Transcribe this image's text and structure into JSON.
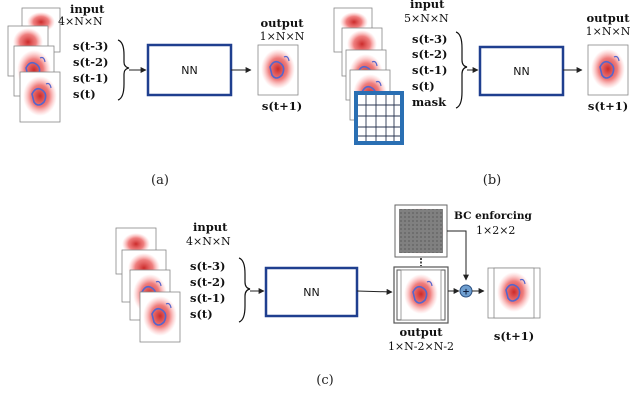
{
  "colors": {
    "box": "#1f3f8f",
    "blob": "#e03030",
    "blob_inner": "#5566cc",
    "mask": "#2a6fb3",
    "plus": "#6f9fd0"
  },
  "a": {
    "input_title": "input",
    "input_dims": "4×N×N",
    "states": [
      "s(t-3)",
      "s(t-2)",
      "s(t-1)",
      "s(t)"
    ],
    "nn": "NN",
    "output_title": "output",
    "output_dims": "1×N×N",
    "output_state": "s(t+1)",
    "caption": "(a)"
  },
  "b": {
    "input_title": "input",
    "input_dims": "5×N×N",
    "states": [
      "s(t-3)",
      "s(t-2)",
      "s(t-1)",
      "s(t)",
      "mask"
    ],
    "nn": "NN",
    "output_title": "output",
    "output_dims": "1×N×N",
    "output_state": "s(t+1)",
    "caption": "(b)"
  },
  "c": {
    "input_title": "input",
    "input_dims": "4×N×N",
    "states": [
      "s(t-3)",
      "s(t-2)",
      "s(t-1)",
      "s(t)"
    ],
    "nn": "NN",
    "bc_title": "BC enforcing",
    "bc_dims": "1×2×2",
    "plus": "+",
    "output_title": "output",
    "output_dims": "1×N-2×N-2",
    "output_state": "s(t+1)",
    "caption": "(c)"
  }
}
